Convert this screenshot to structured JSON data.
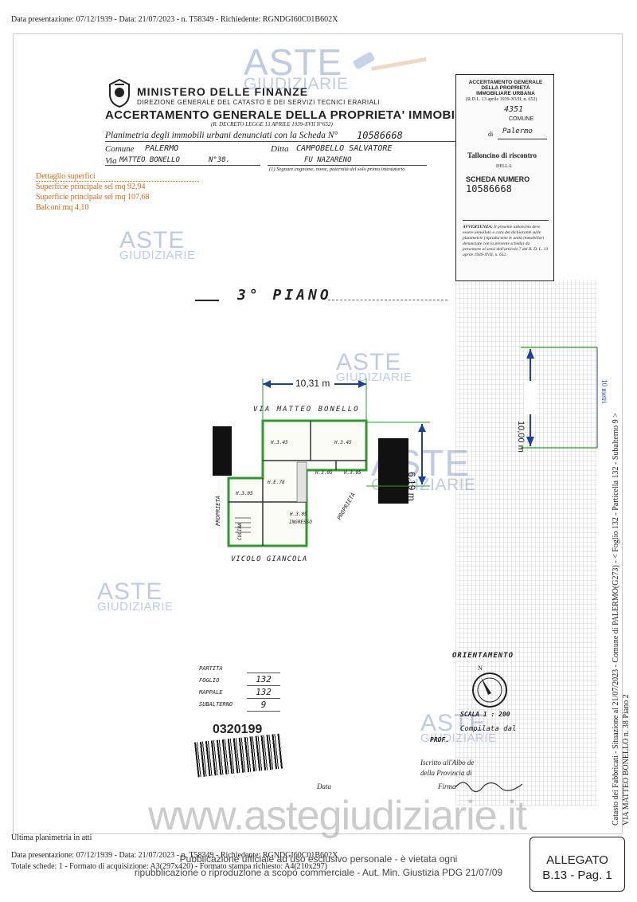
{
  "header": {
    "text": "Data presentazione: 07/12/1939 - Data: 21/07/2023 - n. T58349 - Richiedente: RGNDGI60C01B602X"
  },
  "form": {
    "ministry": "MINISTERO DELLE FINANZE",
    "direzione": "DIREZIONE GENERALE DEL CATASTO E DEI SERVIZI TECNICI ERARIALI",
    "title": "ACCERTAMENTO GENERALE DELLA PROPRIETA' IMMOBILIARE URBANA",
    "decreto": "(R. DECRETO LEGGE 13 APRILE 1939-XVII N°652)",
    "planimetria_label": "Planimetria degli immobili urbani denunciati con la Scheda N°",
    "scheda_number": "10586668",
    "comune_label": "Comune",
    "comune_value": "PALERMO",
    "via_label": "Via",
    "via_value": "MATTEO BONELLO",
    "civico": "N°38.",
    "ditta_label": "Ditta",
    "ditta_value": "CAMPOBELLO SALVATORE",
    "ditta_value2": "FU NAZARENO",
    "footnote": "(1) Segnare cognome, nome, paternità del solo primo intestatario"
  },
  "stamp": {
    "title": "ACCERTAMENTO GENERALE DELLA PROPRIETÀ IMMOBILIARE URBANA",
    "rdl": "(R.D.L. 13 aprile 1939-XVII, n. 652)",
    "hand1": "4351",
    "comune": "COMUNE",
    "di": "di",
    "hand2": "Palermo",
    "talloncino": "Talloncino di riscontro",
    "della": "DELLA",
    "scheda_numero": "SCHEDA NUMERO",
    "scheda_num_value": "10586668",
    "avvertenza_title": "AVVERTENZA:",
    "avvertenza_text": "Il presente talloncino deve essere annullato a cura del dichiarante sulle planimetrie (riproducente le unità immobiliari denunciate con la presente scheda) da presentare ai sensi dell'articolo 7 del R. D. L. 13 aprile 1939-XVII, n. 652."
  },
  "superfici": {
    "title": "Dettaglio superfici",
    "items": [
      "Superficie principale sel mq 92,94",
      "Superficie principale sel mq 107,68",
      "Balconi mq 4,10"
    ]
  },
  "plan": {
    "piano": "3° PIANO",
    "street_top": "VIA MATTEO BONELLO",
    "street_bottom": "VICOLO GIANCOLA",
    "proprieta_left": "PROPRIETÀ",
    "proprieta_right": "PROPRIETÀ",
    "cucina": "CUCINA",
    "ingresso": "INGRESSO",
    "dim_width": "10,31 m",
    "dim_depth": "6,19 m",
    "dim_height": "10,00 m",
    "dim_bracket": "10 metri",
    "rooms": [
      "H.3.45",
      "H.3.45",
      "H.3.05",
      "H.3.05",
      "H.E.78",
      "H.3.05",
      "H.3.05"
    ]
  },
  "catasto_table": {
    "labels": [
      "PARTITA",
      "FOGLIO",
      "MAPPALE",
      "SUBALTERNO"
    ],
    "values": [
      "",
      "132",
      "132",
      "9"
    ]
  },
  "barcode_number": "0320199",
  "orientamento": "ORIENTAMENTO",
  "north": "N",
  "scala": "SCALA 1 : 200",
  "compilata": "Compilata dal",
  "prof": "PROF.",
  "iscritto": "Iscritto all'Albo de",
  "provincia": "della Provincia di",
  "data_label": "Data",
  "firma_label": "Firma",
  "side_text_1": "Catasto dei Fabbricati - Situazione al 21/07/2023 - Comune di PALERMO(G273) - < Foglio 132 - Particella 132 - Subalterno 9 >",
  "side_text_2": "VIA MATTEO BONELLO n. 38 Piano 2",
  "watermark": {
    "aste": "ASTE",
    "giudiziarie": "GIUDIZIARIE",
    "site": "www.astegiudiziarie.it"
  },
  "footer": {
    "ultima": "Ultima planimetria in atti",
    "line1": "Data presentazione: 07/12/1939 - Data: 21/07/2023 - n. T58349 - Richiedente: RGNDGI60C01B602X",
    "line2": "Totale schede: 1 - Formato di acquisizione: A3(297x420) - Formato stampa richiesto: A4(210x297)",
    "notice1": "Pubblicazione ufficiale ad uso esclusivo personale - è vietata ogni",
    "notice2": "ripubblicazione o riproduzione a scopo commerciale - Aut. Min. Giustizia PDG 21/07/09"
  },
  "allegato": {
    "label": "ALLEGATO",
    "page": "B.13 - Pag. 1"
  }
}
